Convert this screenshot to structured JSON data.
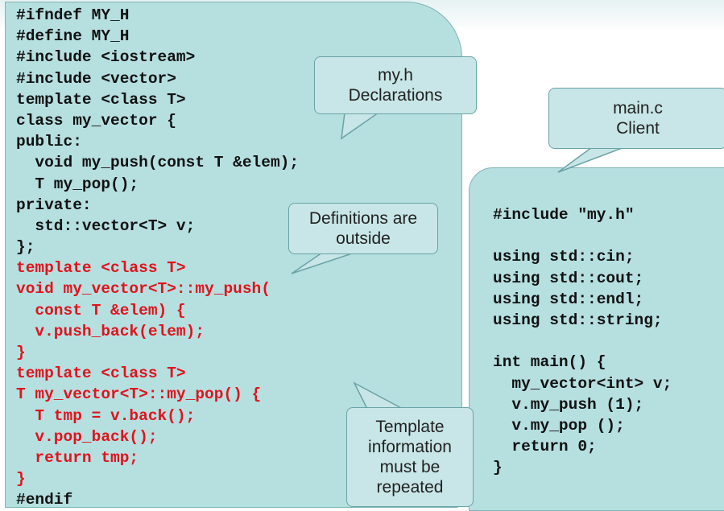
{
  "left_code": [
    {
      "text": "#ifndef MY_H",
      "red": false
    },
    {
      "text": "#define MY_H",
      "red": false
    },
    {
      "text": "#include <iostream>",
      "red": false
    },
    {
      "text": "#include <vector>",
      "red": false
    },
    {
      "text": "template <class T>",
      "red": false
    },
    {
      "text": "class my_vector {",
      "red": false
    },
    {
      "text": "public:",
      "red": false
    },
    {
      "text": "  void my_push(const T &elem);",
      "red": false
    },
    {
      "text": "  T my_pop();",
      "red": false
    },
    {
      "text": "private:",
      "red": false
    },
    {
      "text": "  std::vector<T> v;",
      "red": false
    },
    {
      "text": "};",
      "red": false
    },
    {
      "text": "template <class T>",
      "red": true
    },
    {
      "text": "void my_vector<T>::my_push(",
      "red": true
    },
    {
      "text": "  const T &elem) {",
      "red": true
    },
    {
      "text": "  v.push_back(elem);",
      "red": true
    },
    {
      "text": "}",
      "red": true
    },
    {
      "text": "template <class T>",
      "red": true
    },
    {
      "text": "T my_vector<T>::my_pop() {",
      "red": true
    },
    {
      "text": "  T tmp = v.back();",
      "red": true
    },
    {
      "text": "  v.pop_back();",
      "red": true
    },
    {
      "text": "  return tmp;",
      "red": true
    },
    {
      "text": "}",
      "red": true
    },
    {
      "text": "#endif",
      "red": false
    }
  ],
  "right_code": [
    {
      "text": "#include \"my.h\""
    },
    {
      "text": ""
    },
    {
      "text": "using std::cin;"
    },
    {
      "text": "using std::cout;"
    },
    {
      "text": "using std::endl;"
    },
    {
      "text": "using std::string;"
    },
    {
      "text": ""
    },
    {
      "text": "int main() {"
    },
    {
      "text": "  my_vector<int> v;"
    },
    {
      "text": "  v.my_push (1);"
    },
    {
      "text": "  v.my_pop ();"
    },
    {
      "text": "  return 0;"
    },
    {
      "text": "}"
    }
  ],
  "callouts": {
    "myh": {
      "line1": "my.h",
      "line2": "Declarations"
    },
    "mainc": {
      "line1": "main.c",
      "line2": "Client"
    },
    "definitions": {
      "line1": "Definitions are",
      "line2": "outside"
    },
    "template": {
      "line1": "Template",
      "line2": "information",
      "line3": "must be",
      "line4": "repeated"
    }
  },
  "colors": {
    "panel": "#b6dfe0",
    "red_code": "#e0131b",
    "callout": "#c8e6e7"
  }
}
